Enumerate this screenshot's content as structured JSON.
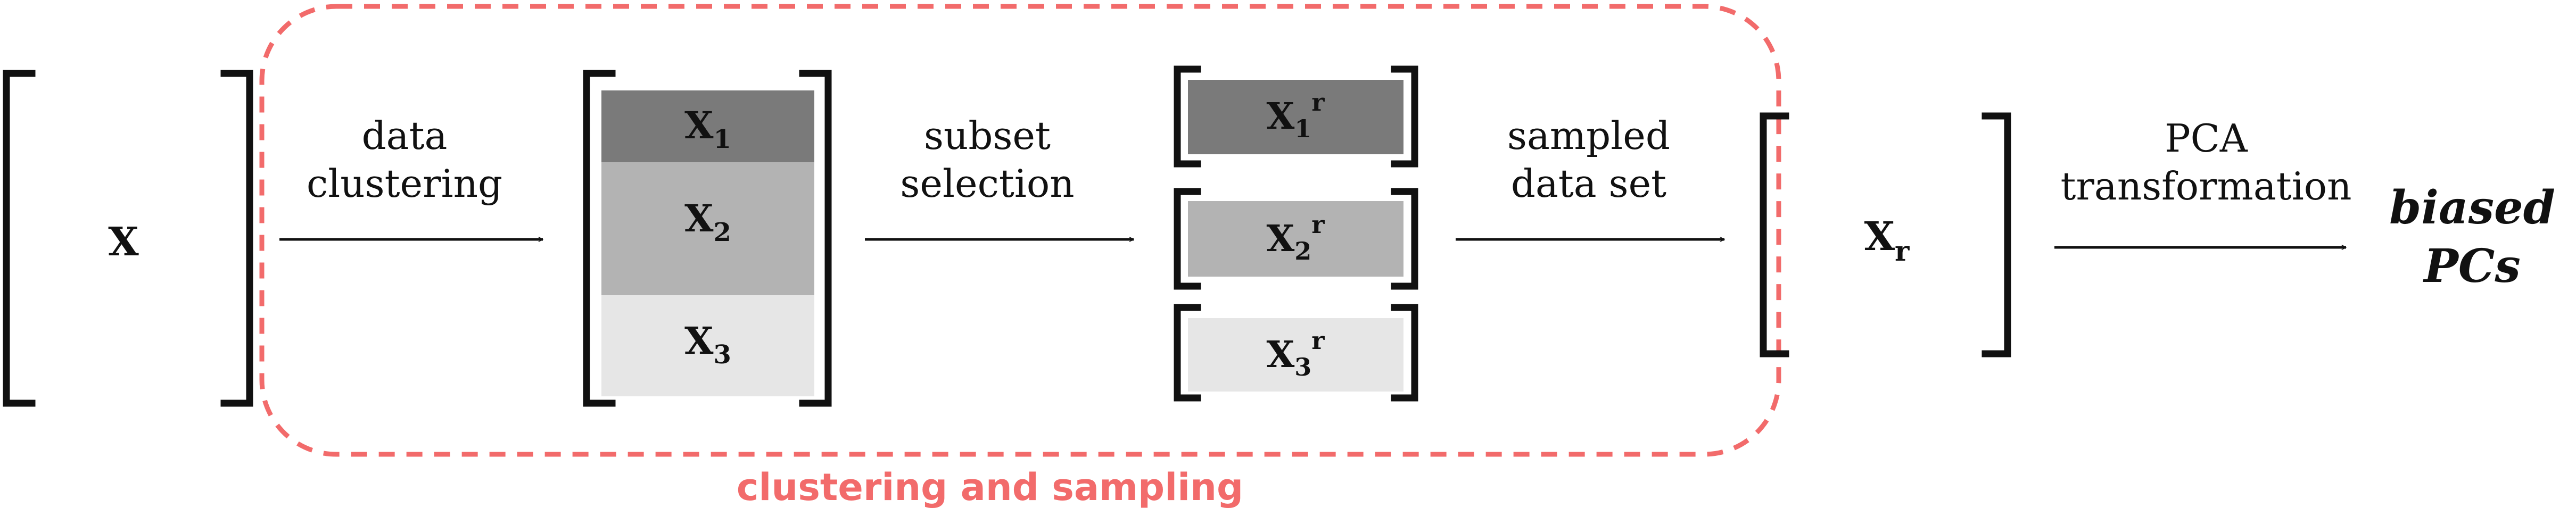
{
  "colors": {
    "cluster_1": "#7a7a7a",
    "cluster_2": "#b3b3b3",
    "cluster_3": "#e6e6e6",
    "group_border": "#f26b6b",
    "group_caption": "#f26b6b"
  },
  "matrices": {
    "input": {
      "symbol": "X"
    },
    "clustered": {
      "blocks": [
        {
          "symbol": "X",
          "subscript": "1"
        },
        {
          "symbol": "X",
          "subscript": "2"
        },
        {
          "symbol": "X",
          "subscript": "3"
        }
      ]
    },
    "sampled_blocks": [
      {
        "symbol": "X",
        "subscript": "1",
        "superscript": "r"
      },
      {
        "symbol": "X",
        "subscript": "2",
        "superscript": "r"
      },
      {
        "symbol": "X",
        "subscript": "3",
        "superscript": "r"
      }
    ],
    "reduced": {
      "symbol": "X",
      "subscript": "r"
    }
  },
  "steps": {
    "data_clustering": [
      "data",
      "clustering"
    ],
    "subset_selection": [
      "subset",
      "selection"
    ],
    "sampled_data_set": [
      "sampled",
      "data set"
    ],
    "pca_transformation": [
      "PCA",
      "transformation"
    ]
  },
  "group": {
    "caption": "clustering and sampling"
  },
  "result": [
    "biased",
    "PCs"
  ]
}
